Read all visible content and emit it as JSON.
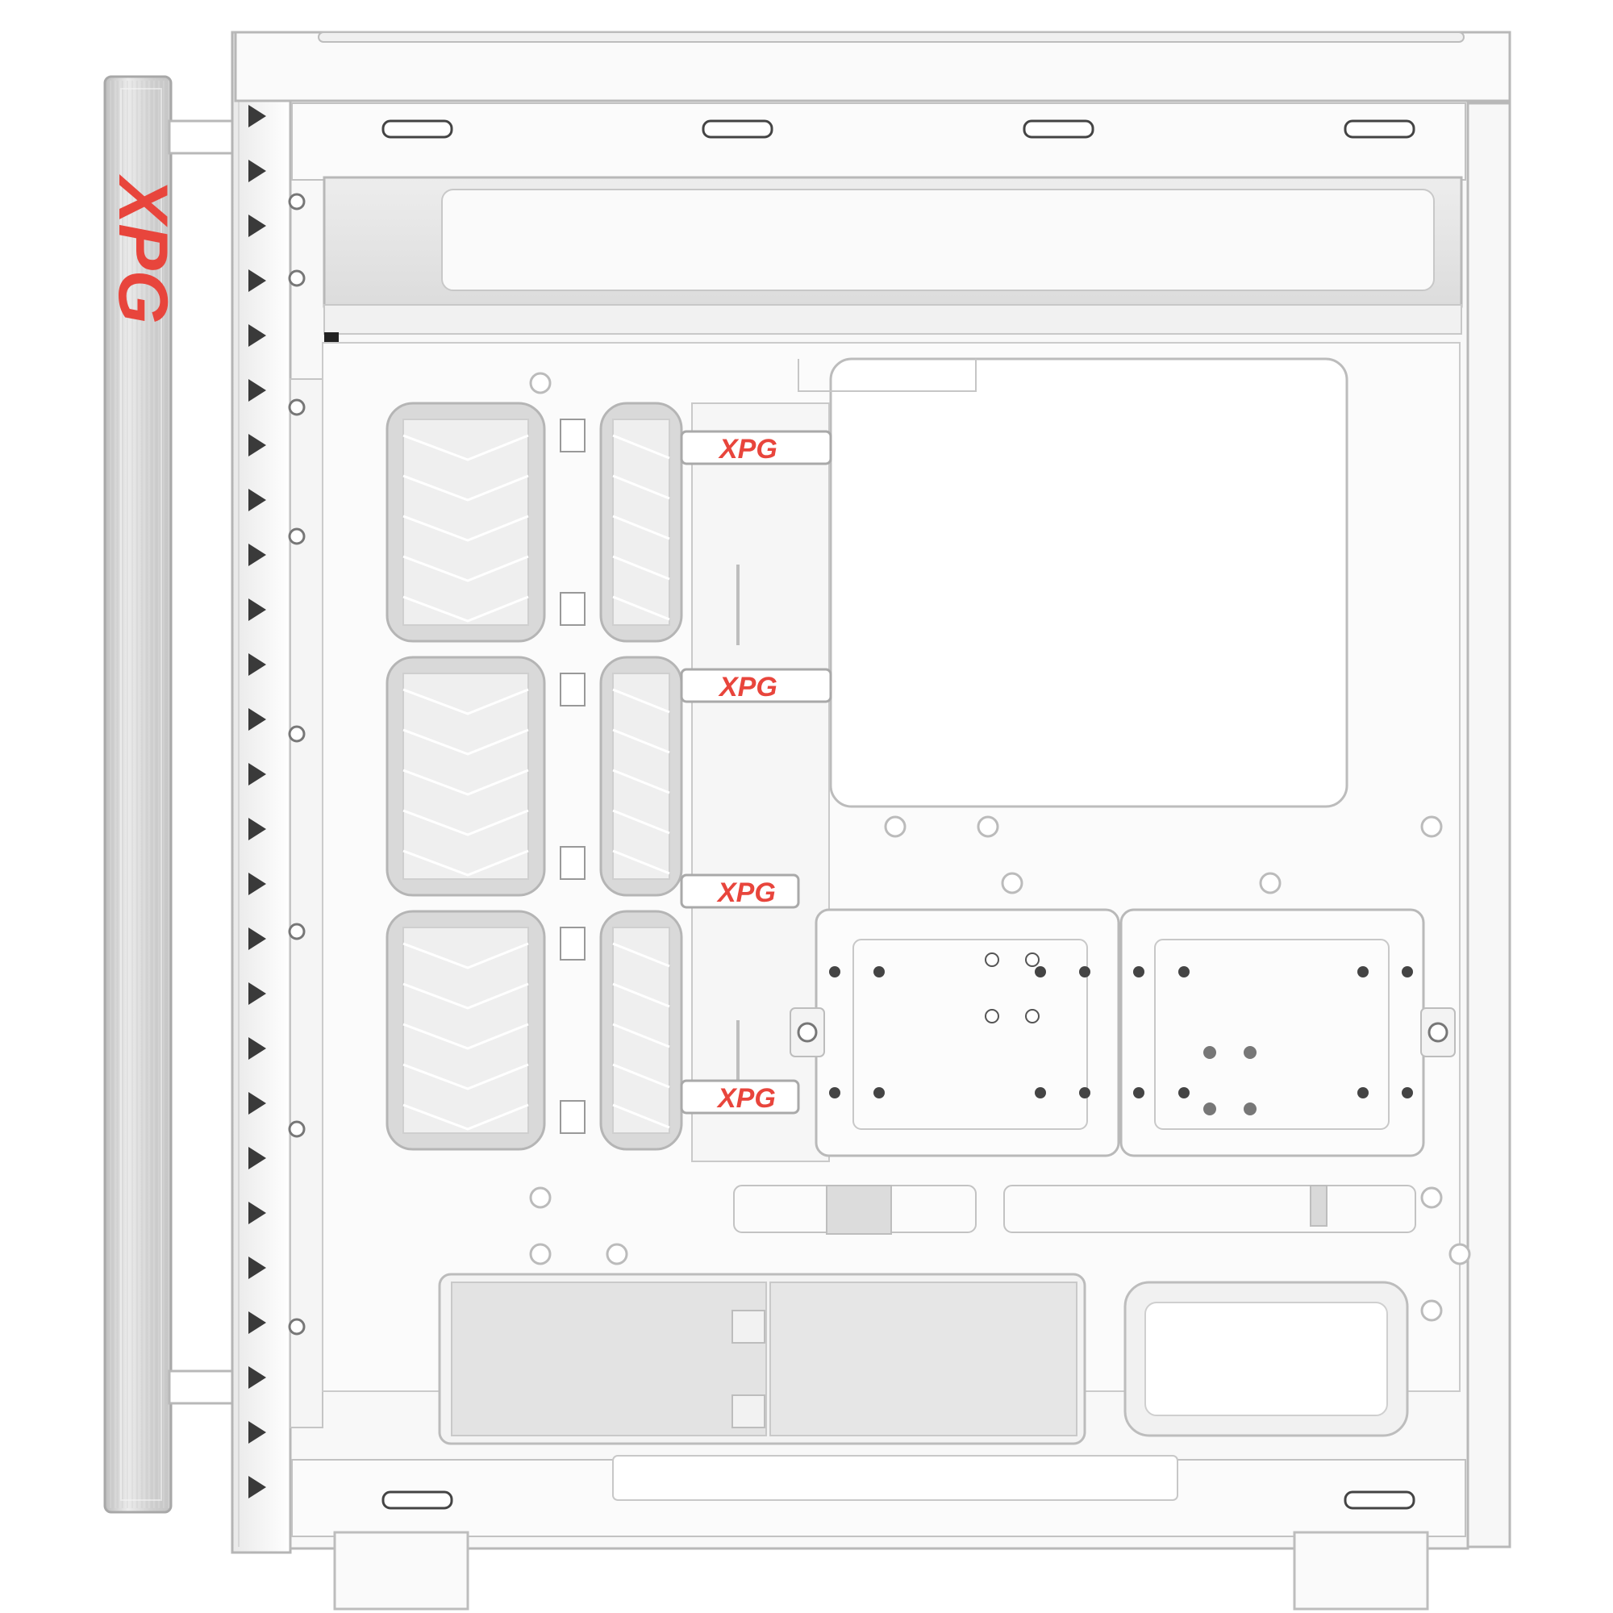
{
  "product": {
    "brand_front": "XPG",
    "cable_straps": [
      {
        "label": "XPG"
      },
      {
        "label": "XPG"
      },
      {
        "label": "XPG"
      },
      {
        "label": "XPG"
      }
    ]
  },
  "colors": {
    "brand_red": "#e8453c",
    "panel_white": "#f8f8f8",
    "edge_gray": "#b9b9b9",
    "fan_gray": "#d9d9d9",
    "shadow_gray": "#4a4a4a",
    "brushed_metal": "#d6d6d6"
  },
  "icons": {
    "front_logo": "xpg-logo-vertical",
    "strap_logo": "xpg-logo"
  }
}
